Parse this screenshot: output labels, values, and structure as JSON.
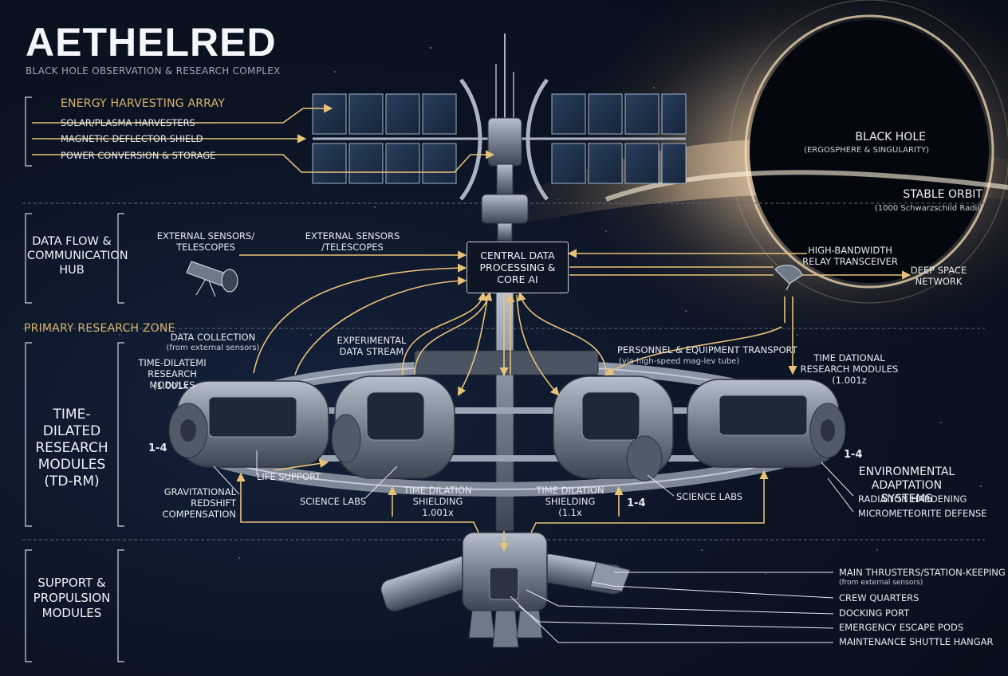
{
  "title": "AETHELRED",
  "subtitle": "BLACK HOLE OBSERVATION & RESEARCH COMPLEX",
  "sections": {
    "energy": {
      "heading": "ENERGY HARVESTING ARRAY",
      "items": [
        "SOLAR/PLASMA HARVESTERS",
        "MAGNETIC DEFLECTOR SHIELD",
        "POWER CONVERSION & STORAGE"
      ]
    },
    "data_flow": {
      "heading": "DATA FLOW & COMMUNICATION HUB"
    },
    "research_zone": {
      "heading": "PRIMARY RESEARCH ZONE"
    },
    "tdrm": {
      "heading": "TIME-DILATED RESEARCH MODULES (TD-RM)"
    },
    "support": {
      "heading": "SUPPORT & PROPULSION MODULES",
      "items": [
        "MAIN THRUSTERS/STATION-KEEPING",
        "CREW QUARTERS",
        "DOCKING PORT",
        "EMERGENCY ESCAPE PODS",
        "MAINTENANCE SHUTTLE HANGAR"
      ],
      "thrusters_note": "(from external sensors)"
    }
  },
  "labels": {
    "black_hole": "BLACK HOLE",
    "black_hole_sub": "(ERGOSPHERE & SINGULARITY)",
    "stable_orbit": "STABLE ORBIT",
    "stable_orbit_sub": "(1000 Schwarzschild Radii)",
    "ext_sensors_1": "EXTERNAL SENSORS/ TELESCOPES",
    "ext_sensors_2": "EXTERNAL SENSORS /TELESCOPES",
    "central": "CENTRAL DATA PROCESSING & CORE AI",
    "relay": "HIGH-BANDWIDTH RELAY TRANSCEIVER",
    "deep_space": "DEEP SPACE NETWORK",
    "data_collection": "DATA COLLECTION",
    "data_collection_sub": "(from external sensors)",
    "exp_stream": "EXPERIMENTAL DATA STREAM",
    "personnel": "PERSONNEL & EQUIPMENT TRANSPORT",
    "personnel_sub": "(via high-speed mag-lev tube)",
    "td_left": "TIME-DILATEMI RESEARCH MODULES",
    "td_left_sub": "(1.001x",
    "td_right": "TIME DATIONAL RESEARCH MODULES",
    "td_right_sub": "(1.001z",
    "range_left": "1-4",
    "range_right": "1-4",
    "range_mid": "1-4",
    "life_support": "LIFE SUPPORT",
    "gravitational": "GRAVITATIONAL REDSHIFT COMPENSATION",
    "science_left": "SCIENCE LABS",
    "science_right": "SCIENCE LABS",
    "shield_left": "TIME DILATION SHIELDING",
    "shield_left_sub": "1.001x",
    "shield_right": "TIME DILATION SHIELDING",
    "shield_right_sub": "(1.1x",
    "env": "ENVIRONMENTAL ADAPTATION SYSTEMS",
    "radiation": "RADIATION HARDENING",
    "micrometeorite": "MICROMETEORITE DEFENSE"
  },
  "colors": {
    "accent": "#d9b46a",
    "line": "#e8c27a",
    "panel": "#9fb3c8",
    "text": "#e8ecf2"
  }
}
